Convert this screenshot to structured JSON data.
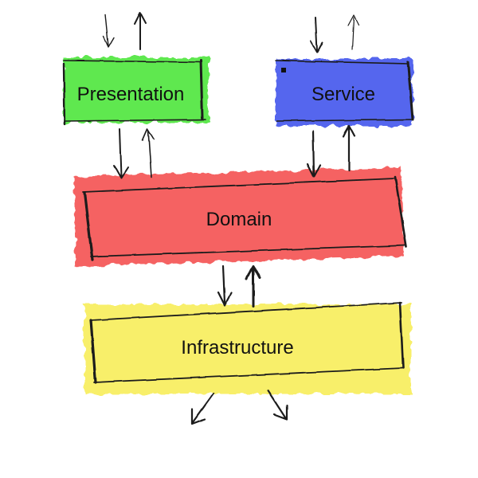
{
  "layers": {
    "presentation": {
      "label": "Presentation",
      "color": "#5ee84f"
    },
    "service": {
      "label": "Service",
      "color": "#5566ee"
    },
    "domain": {
      "label": "Domain",
      "color": "#f56262"
    },
    "infrastructure": {
      "label": "Infrastructure",
      "color": "#f8ef6a"
    }
  },
  "ink_color": "#1a1a1a"
}
